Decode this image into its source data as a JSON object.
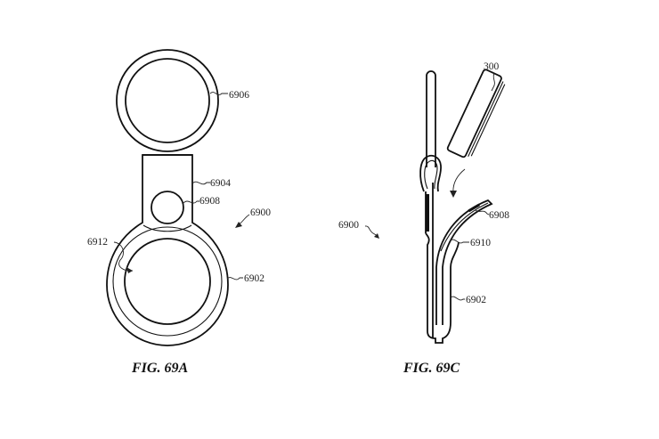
{
  "figures": [
    {
      "id": "fig-69a",
      "caption": "FIG. 69A",
      "labels": {
        "ring": "6906",
        "strap": "6904",
        "button": "6908",
        "assembly": "6900",
        "opening": "6912",
        "holder": "6902"
      }
    },
    {
      "id": "fig-69c",
      "caption": "FIG. 69C",
      "labels": {
        "device": "300",
        "button": "6908",
        "assembly": "6900",
        "flap": "6910",
        "holder": "6902"
      }
    }
  ],
  "colors": {
    "background": "#ffffff",
    "line": "#111111"
  }
}
